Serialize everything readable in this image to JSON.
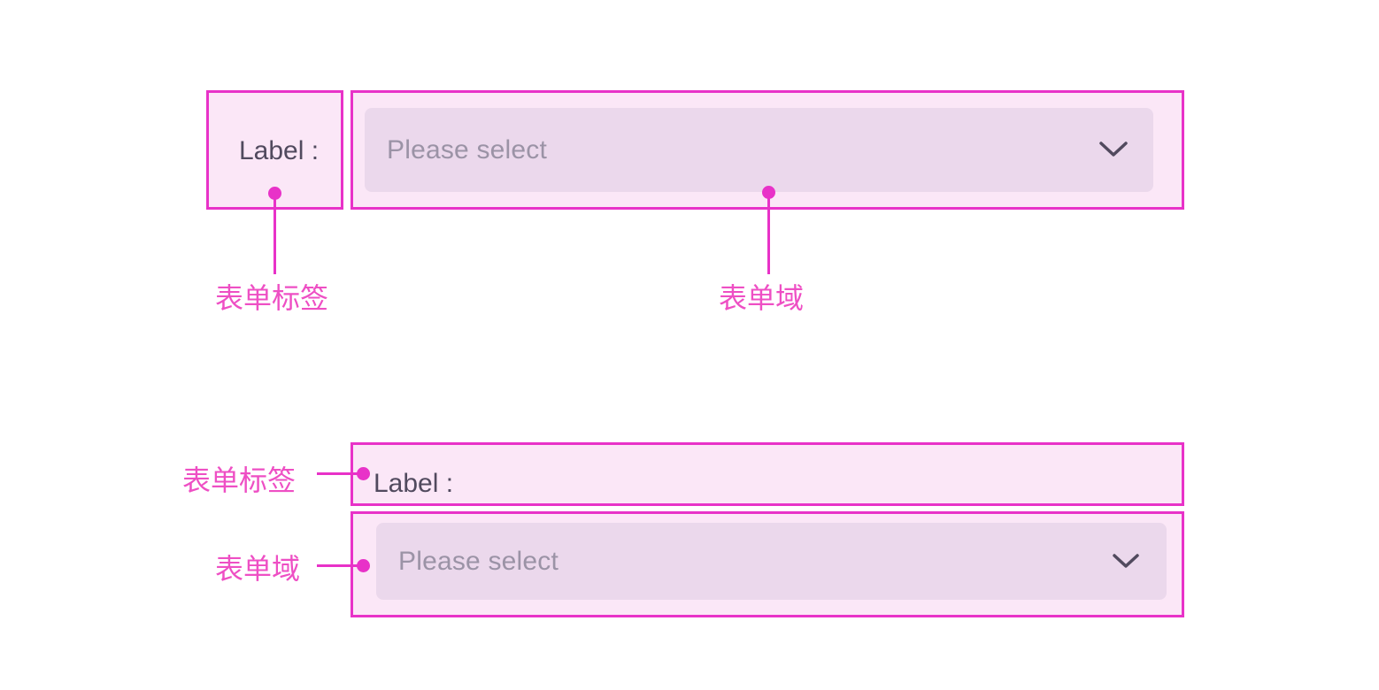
{
  "theme": {
    "annotation_color": "#e832c8",
    "caption_color": "#ee4fc4",
    "box_fill": "#fbe7f7",
    "field_fill": "#ebd8ec",
    "label_text_color": "#514a5e",
    "placeholder_color": "#9b93a6",
    "page_background": "#ffffff"
  },
  "examples": {
    "horizontal": {
      "label_box": {
        "label_text": "Label :",
        "annotation": "表单标签"
      },
      "field_box": {
        "placeholder": "Please select",
        "dropdown_icon": "chevron-down-icon",
        "annotation": "表单域"
      }
    },
    "vertical": {
      "label_box": {
        "label_text": "Label :",
        "annotation": "表单标签"
      },
      "field_box": {
        "placeholder": "Please select",
        "dropdown_icon": "chevron-down-icon",
        "annotation": "表单域"
      }
    }
  }
}
